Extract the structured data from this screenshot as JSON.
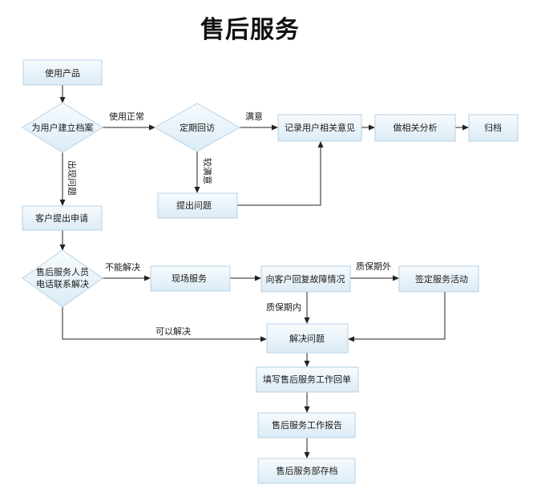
{
  "title": "售后服务",
  "nodes": {
    "use_product": "使用产品",
    "create_file": "为用户建立档案",
    "regular_visit": "定期回访",
    "record_opinions": "记录用户相关意见",
    "analysis": "做相关分析",
    "archive": "归档",
    "raise_issue": "提出问题",
    "customer_request": "客户提出申请",
    "phone_solve": [
      "售后服务人员",
      "电话联系解决"
    ],
    "onsite_service": "现场服务",
    "reply_fault": "向客户回复故障情况",
    "sign_activity": "签定服务活动",
    "solve_problem": "解决问题",
    "fill_form": "填写售后服务工作回单",
    "work_report": "售后服务工作报告",
    "department_archive": "售后服务部存档"
  },
  "edge_labels": {
    "normal_use": "使用正常",
    "satisfied": "满意",
    "dissatisfied": "较满意",
    "problem_occurs": "出现问题",
    "cannot_solve": "不能解决",
    "out_of_warranty": "质保期外",
    "in_warranty": "质保期内",
    "can_solve": "可以解决"
  }
}
